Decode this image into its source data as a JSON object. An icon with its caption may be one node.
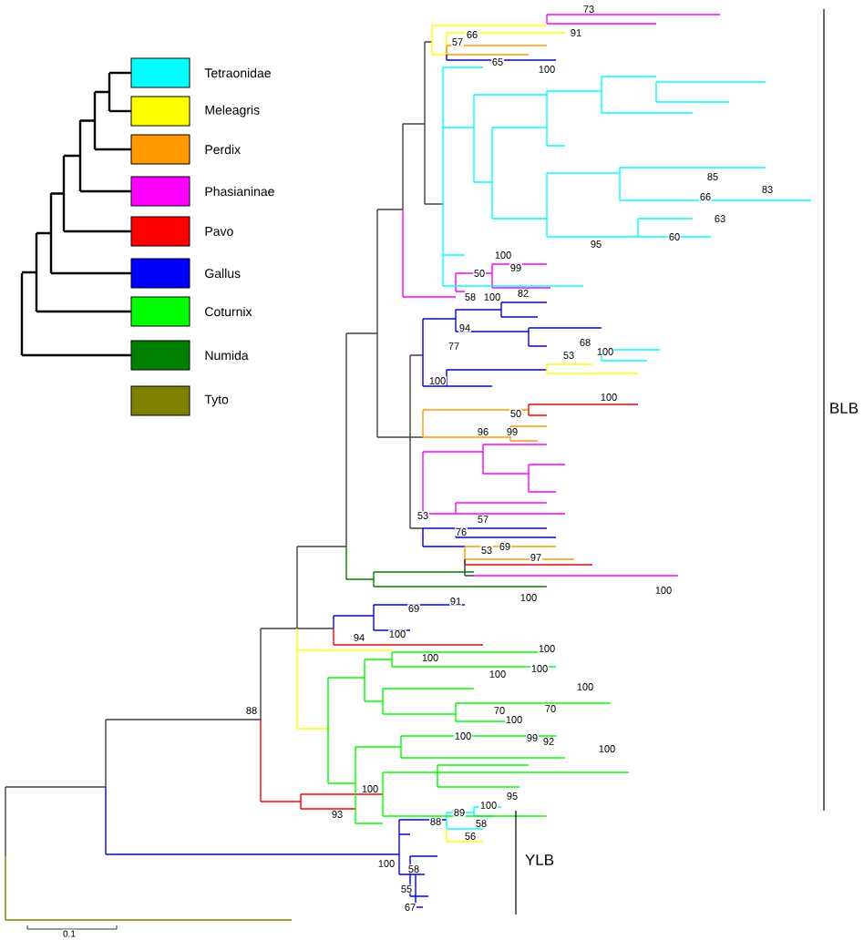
{
  "diagram": {
    "labels": [
      "73",
      "91",
      "57",
      "66",
      "65",
      "100",
      "85",
      "83",
      "66",
      "63",
      "60",
      "95",
      "100",
      "50",
      "99",
      "58",
      "100",
      "82",
      "94",
      "77",
      "68",
      "100",
      "53",
      "100",
      "100",
      "50",
      "96",
      "99",
      "53",
      "76",
      "57",
      "53",
      "69",
      "97",
      "100",
      "100",
      "69",
      "91",
      "94",
      "100",
      "100",
      "100",
      "100",
      "100",
      "100",
      "70",
      "70",
      "100",
      "100",
      "99",
      "92",
      "100",
      "88",
      "100",
      "95",
      "93",
      "88",
      "89",
      "100",
      "58",
      "56",
      "100",
      "58",
      "55",
      "67",
      "BLB",
      "YLB",
      "0.1"
    ],
    "legend": [
      {
        "text": "Tetraonidae",
        "color": "#00ffff"
      },
      {
        "text": "Meleagris",
        "color": "#ffff00"
      },
      {
        "text": "Perdix",
        "color": "#ff9900"
      },
      {
        "text": "Phasianinae",
        "color": "#ff00ff"
      },
      {
        "text": "Pavo",
        "color": "#ff0000"
      },
      {
        "text": "Gallus",
        "color": "#0000ff"
      },
      {
        "text": "Coturnix",
        "color": "#00ff00"
      },
      {
        "text": "Numida",
        "color": "#008000"
      },
      {
        "text": "Tyto",
        "color": "#808000"
      }
    ]
  }
}
